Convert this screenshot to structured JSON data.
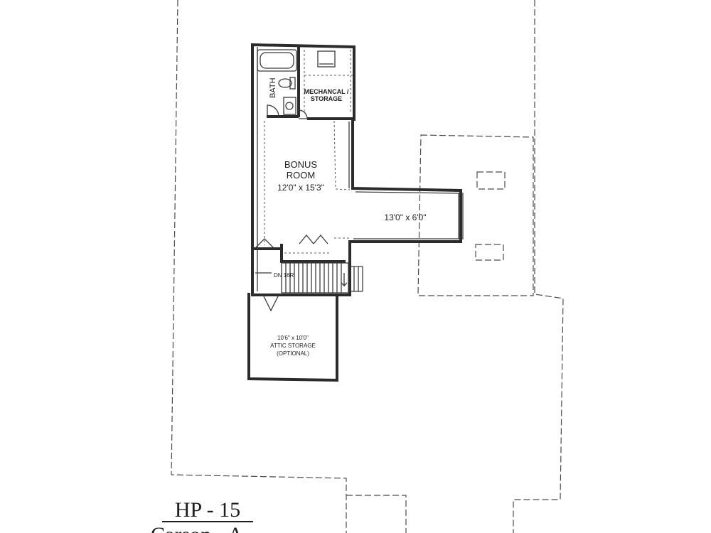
{
  "rooms": {
    "bath": "BATH",
    "mech_line1": "MECHANCAL /",
    "mech_line2": "STORAGE",
    "bonus_line1": "BONUS",
    "bonus_line2": "ROOM",
    "bonus_size": "12'0\" x 15'3\"",
    "alcove_size": "13'0\" x 6'0\"",
    "stair": "DN 16R",
    "attic_size": "10'6\" x 10'0\"",
    "attic_line1": "ATTIC STORAGE",
    "attic_line2": "(OPTIONAL)"
  },
  "title_block": {
    "plan_code": "HP - 15",
    "plan_name": "Carson - A"
  }
}
